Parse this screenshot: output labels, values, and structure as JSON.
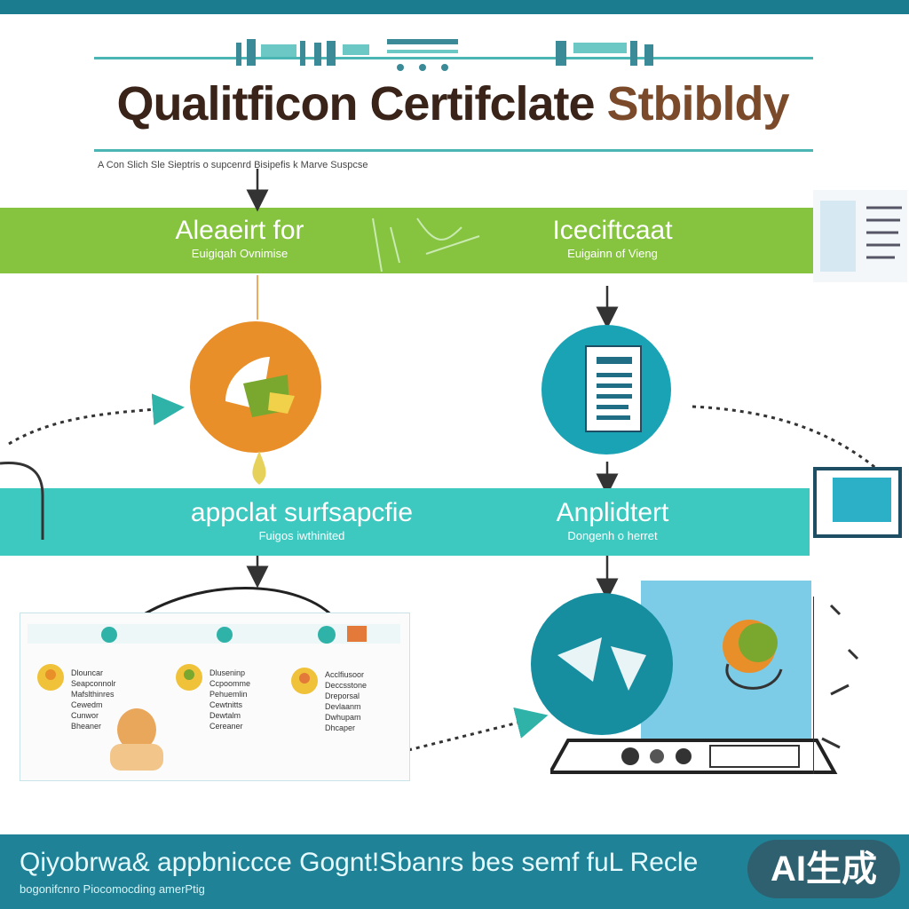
{
  "header": {
    "title_part1": "Qualitficon ",
    "title_part2": "Certifclate ",
    "title_part3": "Stbibldy",
    "subtitle": "A Con Slich Sle Sieptris  o  supcenrd Bisipefis k Marve Suspcse"
  },
  "band_top": {
    "left_title": "Aleaeirt for",
    "left_sub": "Euigiqah Ovnimise",
    "right_title": "Iceciftcaat",
    "right_sub": "Euigainn of Vieng"
  },
  "band_mid": {
    "left_title": "appclat surfsapcfie",
    "left_sub": "Fuigos iwthinited",
    "right_title": "Anplidtert",
    "right_sub": "Dongenh o herret"
  },
  "panels": [
    {
      "lines": [
        "Dlouncar",
        "Seapconnolr",
        "Mafslthinres",
        "Cewedm",
        "Cunwor",
        "Bheaner"
      ]
    },
    {
      "lines": [
        "Dluseninp",
        "Ccpoomme",
        "Pehuemlin",
        "Cewtnitts",
        "Dewtalm",
        "Cereaner"
      ]
    },
    {
      "lines": [
        "Acclfiusoor",
        "Deccsstone",
        "Dreporsal",
        "Devlaanm",
        "Dwhupam",
        "Dhcaper"
      ]
    }
  ],
  "footer": {
    "brand": "Qiyobrwa& appbniccce Gognt!Sbanrs bes semf fuL Recle",
    "brand_sub": "bogonifcnro Piocomocding amerPtig",
    "ai_badge": "AI生成"
  },
  "colors": {
    "top_bar": "#1c7c8f",
    "green_band": "#86c440",
    "teal_band": "#3ec9c0",
    "orange": "#e98f2a",
    "teal_circle": "#19a3b4",
    "footer": "#1f8296"
  },
  "icons": [
    "document-icon",
    "leaf-icon",
    "gear-icon",
    "mascot-icon",
    "user-avatar-icon",
    "calendar-icon"
  ]
}
